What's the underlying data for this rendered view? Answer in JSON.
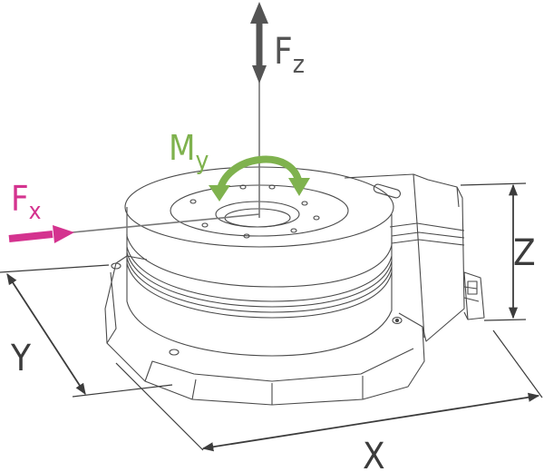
{
  "labels": {
    "fz": "F",
    "fz_sub": "z",
    "fx": "F",
    "fx_sub": "x",
    "my": "M",
    "my_sub": "y",
    "dim_x": "X",
    "dim_y": "Y",
    "dim_z": "Z"
  },
  "colors": {
    "fz": "#545454",
    "fx": "#d4338f",
    "my": "#7fb24e",
    "dimension": "#3c3c3c",
    "outline": "#4a4a4a"
  }
}
